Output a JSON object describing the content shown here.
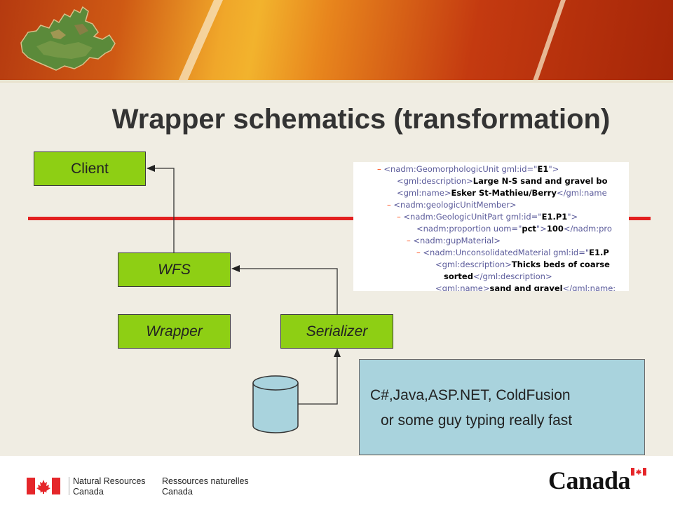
{
  "title": "Wrapper schematics (transformation)",
  "boxes": {
    "client": "Client",
    "wfs": "WFS",
    "wrapper": "Wrapper",
    "serializer": "Serializer"
  },
  "xml": {
    "l1_dash": "–",
    "l1_a": "<nadm:GeomorphologicUnit gml:id=\"",
    "l1_b": "E1",
    "l1_c": "\">",
    "l2_a": "<gml:description>",
    "l2_b": "Large N-S sand and gravel bo",
    "l3_a": "<gml:name>",
    "l3_b": "Esker St-Mathieu/Berry",
    "l3_c": "</gml:name",
    "l4_dash": "–",
    "l4_a": "<nadm:geologicUnitMember>",
    "l5_dash": "–",
    "l5_a": "<nadm:GeologicUnitPart gml:id=\"",
    "l5_b": "E1.P1",
    "l5_c": "\">",
    "l6_a": "<nadm:proportion uom=\"",
    "l6_b": "pct",
    "l6_c": "\">",
    "l6_d": "100",
    "l6_e": "</nadm:pro",
    "l7_dash": "–",
    "l7_a": "<nadm:gupMaterial>",
    "l8_dash": "–",
    "l8_a": "<nadm:UnconsolidatedMaterial gml:id=\"",
    "l8_b": "E1.P",
    "l9_a": "<gml:description>",
    "l9_b": "Thicks beds of coarse",
    "l10_b": "sorted",
    "l10_c": "</gml:description>",
    "l11_a": "<gml:name>",
    "l11_b": "sand and gravel",
    "l11_c": "</gml:name:"
  },
  "note": {
    "line1": "C#,Java,ASP.NET, ColdFusion",
    "line2": "or some guy typing really fast"
  },
  "footer": {
    "en_line1": "Natural Resources",
    "en_line2": "Canada",
    "fr_line1": "Ressources naturelles",
    "fr_line2": "Canada",
    "wordmark": "Canada"
  },
  "colors": {
    "box_green": "#8ecf14",
    "separator_red": "#e32020",
    "note_blue": "#a9d3dd",
    "flag_red": "#e5262a"
  }
}
